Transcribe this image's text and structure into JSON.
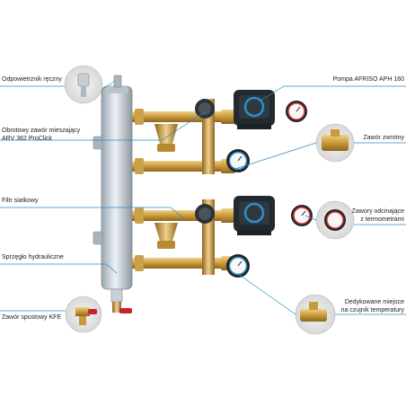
{
  "labels": {
    "odpowietrznik": "Odpowietrznik ręczny",
    "obrotowy_1": "Obrotowy zawór mieszający",
    "obrotowy_2": "ARV 362 ProClick",
    "filtr": "Filtr siatkowy",
    "sprzeglo": "Sprzęgło hydrauliczne",
    "zawor_spustowy": "Zawór spustowy KFE",
    "pompa": "Pompa AFRISO APH 160",
    "zawor_zwrotny": "Zawór zwrotny",
    "zawory_odcinajace_1": "Zawory odcinające",
    "zawory_odcinajace_2": "z termometrami",
    "dedykowane_1": "Dedykowane miejsce",
    "dedykowane_2": "na czujnik temperatury"
  },
  "colors": {
    "leader": "#2a8fc9",
    "brass": "#c99a3a",
    "steel": "#c9d1d8",
    "pump_body": "#222a30",
    "pump_accent": "#2a8fc9",
    "handle_red": "#c8232b",
    "gauge_red": "#d63a3a"
  }
}
